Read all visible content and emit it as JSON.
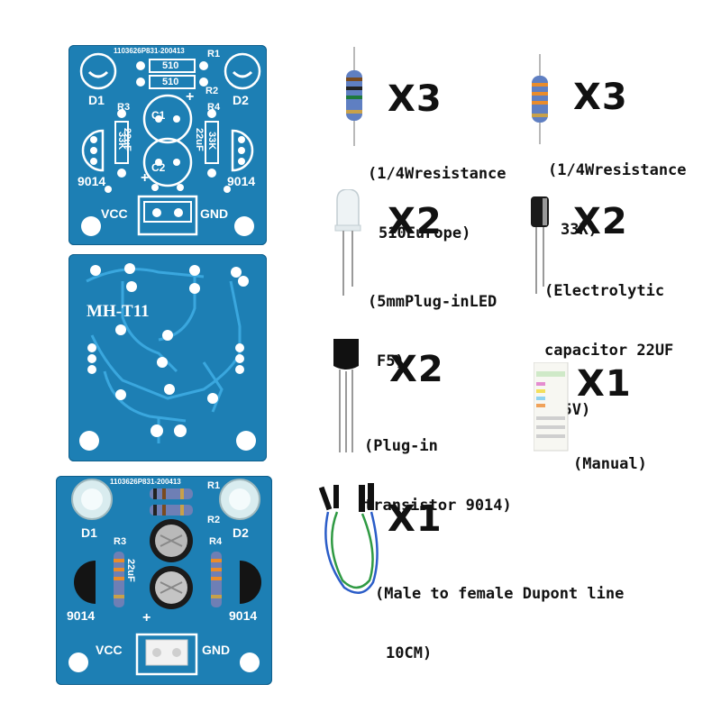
{
  "boards": {
    "top": {
      "serial": "1103626P831-200413",
      "r1_value": "510",
      "r2_value": "510",
      "r1": "R1",
      "r2": "R2",
      "r3": "R3",
      "r4": "R4",
      "c1": "C1",
      "c2": "C2",
      "cap_left": "22uF",
      "cap_right": "22uF",
      "res_left": "33K",
      "res_right": "33K",
      "d1": "D1",
      "d2": "D2",
      "q_left": "9014",
      "q_right": "9014",
      "vcc": "VCC",
      "gnd": "GND",
      "plus_top": "+",
      "plus_bottom": "+"
    },
    "back": {
      "model": "MH-T11"
    },
    "assembled": {
      "serial": "1103626P831-200413",
      "r1": "R1",
      "r2": "R2",
      "r3": "R3",
      "r4": "R4",
      "d1": "D1",
      "d2": "D2",
      "cap_label": "22uF",
      "q_left": "9014",
      "q_right": "9014",
      "vcc": "VCC",
      "gnd": "GND",
      "plus": "+"
    }
  },
  "parts": [
    {
      "id": "res510",
      "qty": "X3",
      "desc_lines": [
        "(1/4Wresistance",
        "510Europe)"
      ]
    },
    {
      "id": "res33k",
      "qty": "X3",
      "desc_lines": [
        "(1/4Wresistance",
        "33K)"
      ]
    },
    {
      "id": "led",
      "qty": "X2",
      "desc_lines": [
        "(5mmPlug-inLED",
        "F5)"
      ]
    },
    {
      "id": "cap",
      "qty": "X2",
      "desc_lines": [
        "(Electrolytic",
        "capacitor 22UF",
        "/25V)"
      ]
    },
    {
      "id": "transistor",
      "qty": "X2",
      "desc_lines": [
        "(Plug-in",
        "transistor 9014)"
      ]
    },
    {
      "id": "manual",
      "qty": "X1",
      "desc_lines": [
        "(Manual)"
      ]
    },
    {
      "id": "dupont",
      "qty": "X1",
      "desc_lines": [
        "(Male to female Dupont line",
        "10CM)"
      ]
    }
  ],
  "colors": {
    "pcb": "#1d7fb4",
    "silkscreen": "#ffffff",
    "text": "#111111"
  }
}
